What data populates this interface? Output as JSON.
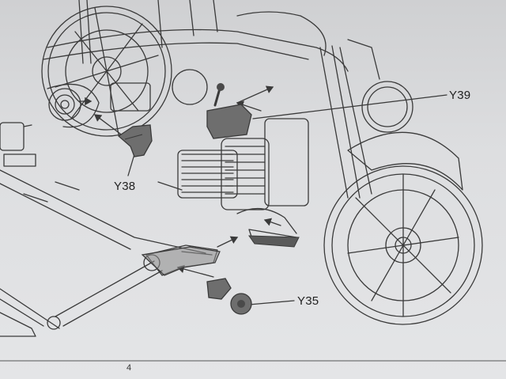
{
  "callouts": {
    "y39": "Y39",
    "y38": "Y38",
    "y35": "Y35"
  },
  "page": {
    "number": "4"
  },
  "colors": {
    "line": "#3a3a3a",
    "part_fill": "#6e6e6e",
    "part_dark": "#4a4a4a",
    "paper": "#dfe0e2"
  }
}
